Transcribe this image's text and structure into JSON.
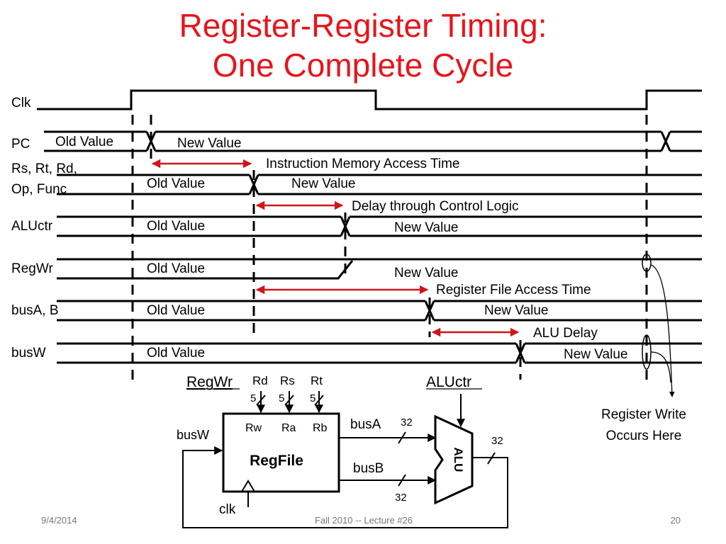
{
  "title": {
    "line1": "Register-Register Timing:",
    "line2": "One Complete Cycle"
  },
  "signals": {
    "clk": "Clk",
    "pc": "PC",
    "rs_line1": "Rs, Rt, Rd,",
    "rs_line2": "Op, Func",
    "aluctr": "ALUctr",
    "regwr": "RegWr",
    "busab": "busA, B",
    "busw": "busW"
  },
  "values": {
    "old": "Old Value",
    "new": "New Value"
  },
  "delays": {
    "imem": "Instruction Memory Access Time",
    "control": "Delay through Control Logic",
    "regfile": "Register File Access Time",
    "alu": "ALU Delay"
  },
  "note": {
    "line1": "Register Write",
    "line2": "Occurs Here"
  },
  "datapath": {
    "regwr": "RegWr",
    "aluctr": "ALUctr",
    "rd": "Rd",
    "rs": "Rs",
    "rt": "Rt",
    "width5": "5",
    "rw": "Rw",
    "ra": "Ra",
    "rb": "Rb",
    "regfile": "RegFile",
    "busw": "busW",
    "busa": "busA",
    "busb": "busB",
    "width32": "32",
    "alu": "ALU",
    "clk": "clk"
  },
  "footer": {
    "date": "9/4/2014",
    "course": "Fall 2010 -- Lecture #26",
    "page": "20"
  },
  "colors": {
    "title": "#e8141b",
    "arrow": "#d0141b"
  }
}
